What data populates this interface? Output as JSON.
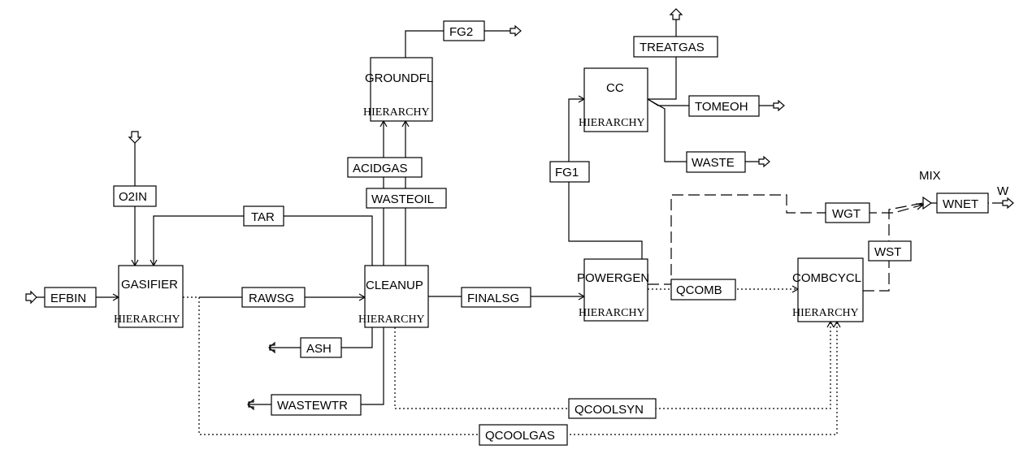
{
  "blocks": {
    "gasifier": {
      "name": "GASIFIER",
      "sub": "HIERARCHY"
    },
    "cleanup": {
      "name": "CLEANUP",
      "sub": "HIERARCHY"
    },
    "groundfl": {
      "name": "GROUNDFL",
      "sub": "HIERARCHY"
    },
    "powergen": {
      "name": "POWERGEN",
      "sub": "HIERARCHY"
    },
    "cc": {
      "name": "CC",
      "sub": "HIERARCHY"
    },
    "combcycl": {
      "name": "COMBCYCL",
      "sub": "HIERARCHY"
    },
    "mix": {
      "name": "MIX"
    }
  },
  "streams": {
    "efbin": "EFBIN",
    "o2in": "O2IN",
    "tar": "TAR",
    "rawsg": "RAWSG",
    "ash": "ASH",
    "wastewtr": "WASTEWTR",
    "acidgas": "ACIDGAS",
    "wasteoil": "WASTEOIL",
    "fg2": "FG2",
    "finalsg": "FINALSG",
    "fg1": "FG1",
    "treatgas": "TREATGAS",
    "tomeoh": "TOMEOH",
    "waste": "WASTE",
    "qcomb": "QCOMB",
    "wgt": "WGT",
    "wst": "WST",
    "wnet": "WNET",
    "w": "W",
    "qcoolsyn": "QCOOLSYN",
    "qcoolgas": "QCOOLGAS"
  }
}
